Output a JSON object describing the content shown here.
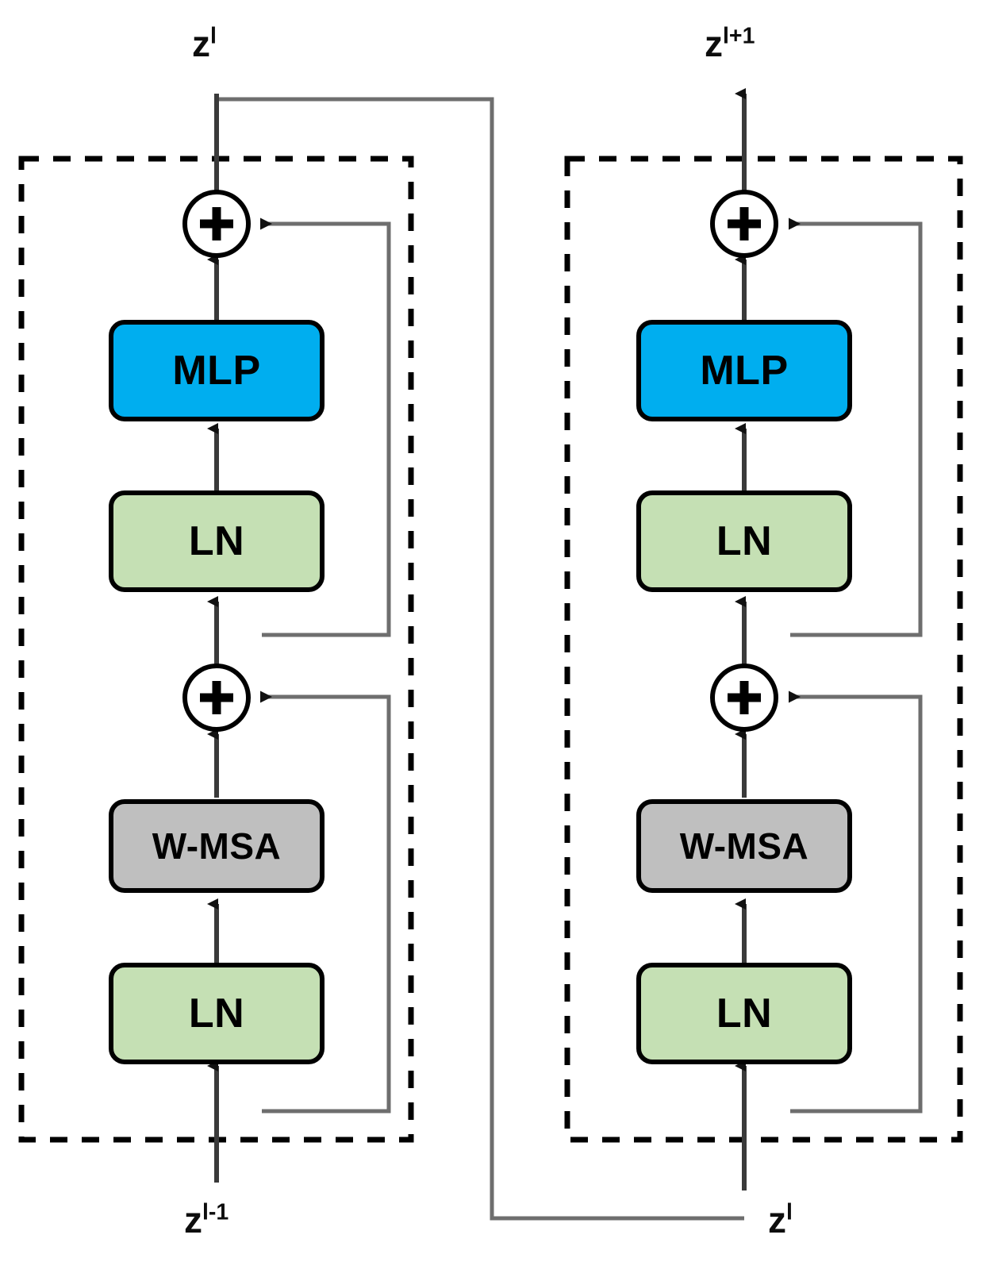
{
  "diagram": {
    "title": "Swin Transformer block pair",
    "colors": {
      "mlp": "#00AEEF",
      "ln": "#C5E0B4",
      "wmsa": "#BFBFBF",
      "outline": "#000000",
      "skip_line": "#6e6e6e",
      "background": "#FFFFFF"
    },
    "blocks": [
      {
        "id": "left-block",
        "inputs": {
          "base": "z",
          "sup": "l-1"
        },
        "outputs": {
          "base": "z",
          "sup": "l"
        },
        "layers": [
          {
            "name": "LN",
            "type": "ln"
          },
          {
            "name": "W-MSA",
            "type": "wmsa"
          },
          {
            "name": "LN",
            "type": "ln"
          },
          {
            "name": "MLP",
            "type": "mlp"
          }
        ],
        "residual_adds": 2
      },
      {
        "id": "right-block",
        "inputs": {
          "base": "z",
          "sup": "l"
        },
        "outputs": {
          "base": "z",
          "sup": "l+1"
        },
        "layers": [
          {
            "name": "LN",
            "type": "ln"
          },
          {
            "name": "W-MSA",
            "type": "wmsa"
          },
          {
            "name": "LN",
            "type": "ln"
          },
          {
            "name": "MLP",
            "type": "mlp"
          }
        ],
        "residual_adds": 2
      }
    ],
    "labels": {
      "top_left": {
        "base": "z",
        "sup": "l"
      },
      "top_right": {
        "base": "z",
        "sup": "l+1"
      },
      "bottom_left": {
        "base": "z",
        "sup": "l-1"
      },
      "bottom_right": {
        "base": "z",
        "sup": "l"
      }
    },
    "node_text": {
      "mlp": "MLP",
      "ln": "LN",
      "wmsa": "W-MSA",
      "plus": "+"
    }
  }
}
